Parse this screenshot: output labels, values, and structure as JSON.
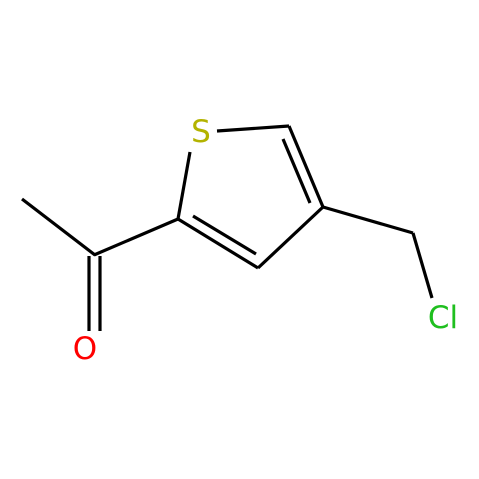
{
  "molecule": {
    "atoms": {
      "sulfur": {
        "symbol": "S",
        "color": "#b3b300"
      },
      "oxygen": {
        "symbol": "O",
        "color": "#ff0000"
      },
      "chlorine": {
        "symbol": "Cl",
        "color": "#1fbf1f"
      }
    },
    "bond_color": "#000000"
  }
}
